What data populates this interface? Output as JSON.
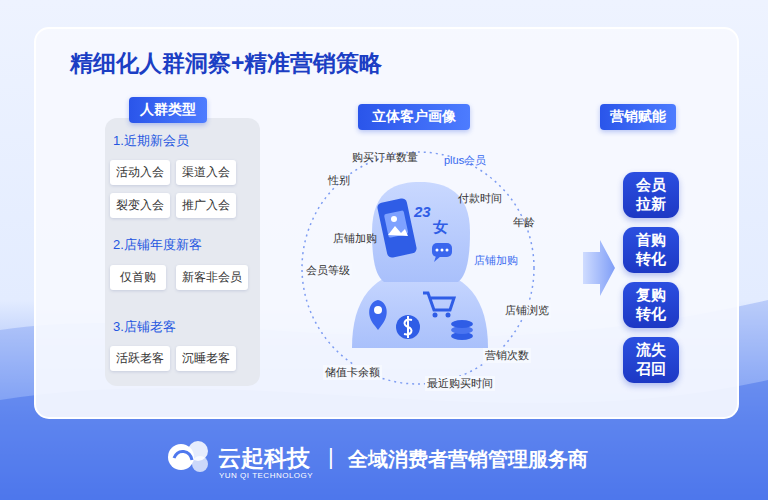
{
  "diagram": {
    "title": "精细化人群洞察+精准营销策略",
    "nodes": [
      {
        "text": [
          "人群类型",
          "1.近期新会员",
          "2.店铺年度新客",
          "3.店铺老客"
        ]
      },
      {
        "text": [
          "活动入会"
        ],
        "in": 0
      },
      {
        "text": [
          "渠道入会"
        ],
        "in": 0
      },
      {
        "text": [
          "裂变入会"
        ],
        "in": 0
      },
      {
        "text": [
          "推广入会"
        ],
        "in": 0
      },
      {
        "text": [
          "仅首购"
        ],
        "in": 0
      },
      {
        "text": [
          "新客非会员"
        ],
        "in": 0
      },
      {
        "text": [
          "活跃老客"
        ],
        "in": 0
      },
      {
        "text": [
          "沉睡老客"
        ],
        "in": 0
      },
      {
        "text": [
          "立体客户画像"
        ]
      },
      {
        "text": [
          "营销赋能"
        ]
      },
      {
        "text": [
          "会员 拉新"
        ]
      },
      {
        "text": [
          "首购 转化"
        ]
      },
      {
        "text": [
          "复购 转化"
        ]
      },
      {
        "text": [
          "流失 召回"
        ]
      }
    ],
    "labels": [
      "购买订单数量",
      "plus会员",
      "性别",
      "付款时间",
      "年龄",
      "店铺加购",
      "店铺加购",
      "会员等级",
      "店铺浏览",
      "营销次数",
      "储值卡余额",
      "最近购买时间",
      "23",
      "女",
      "云起科技",
      "YUN QI TECHNOLOGY",
      "|",
      "全域消费者营销管理服务商"
    ]
  }
}
